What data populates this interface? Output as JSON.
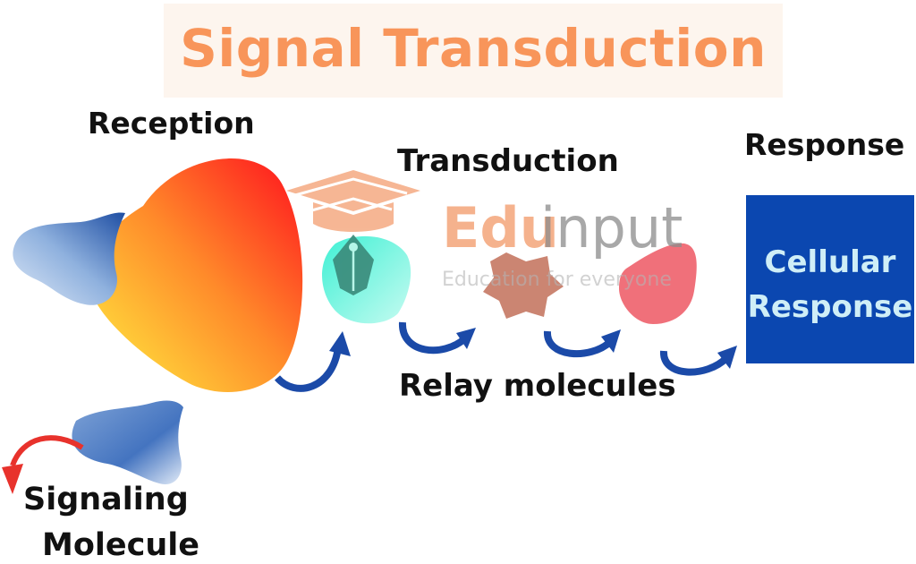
{
  "title": "Signal Transduction",
  "labels": {
    "reception": "Reception",
    "transduction": "Transduction",
    "response": "Response",
    "relay": "Relay molecules",
    "signaling_line1": "Signaling",
    "signaling_line2": "Molecule"
  },
  "response_box": {
    "line1": "Cellular",
    "line2": "Response"
  },
  "watermark": {
    "brand_edu": "Edu",
    "brand_input": "input",
    "tagline": "Education for everyone"
  },
  "colors": {
    "title": "#f8955a",
    "arrows": "#1b4aa8",
    "response_box": "#0b47b0",
    "red_arrow": "#e8322c"
  },
  "icons": [
    "graduation-cap-icon",
    "pen-nib-icon"
  ]
}
